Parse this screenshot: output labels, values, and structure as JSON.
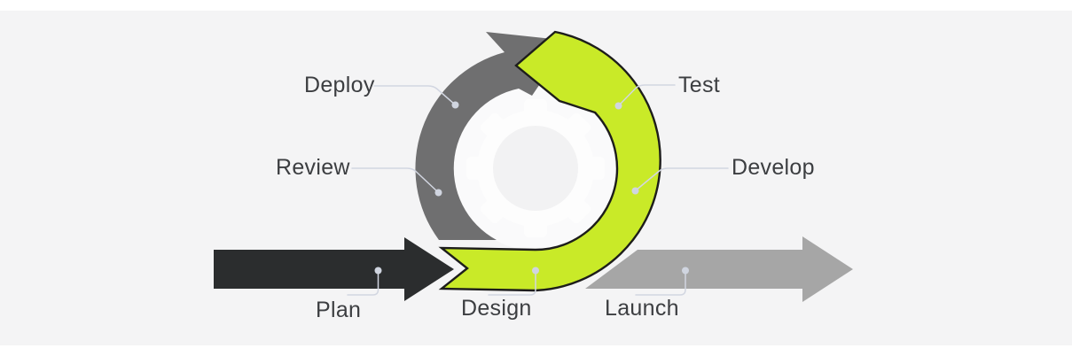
{
  "diagram": {
    "description": "Agile development lifecycle loop diagram",
    "center_icon": "gear-icon",
    "steps": {
      "plan": "Plan",
      "design": "Design",
      "test": "Test",
      "develop": "Develop",
      "deploy": "Deploy",
      "review": "Review",
      "launch": "Launch"
    },
    "colors": {
      "background": "#f4f4f5",
      "frame_strip": "#ffffff",
      "cycle_green": "#c9ea28",
      "cycle_green_outline": "#1d1d1b",
      "cycle_gray": "#6f6f70",
      "plan_arrow": "#2b2d2e",
      "launch_arrow": "#a6a6a6",
      "inner_disc": "#fafafb",
      "gear_white": "#fdfdfd",
      "gear_hole": "#f2f2f3",
      "leader_line": "#d2d6e1",
      "anchor_dot": "#d0d5e0",
      "label_text": "#3c3e41"
    }
  }
}
